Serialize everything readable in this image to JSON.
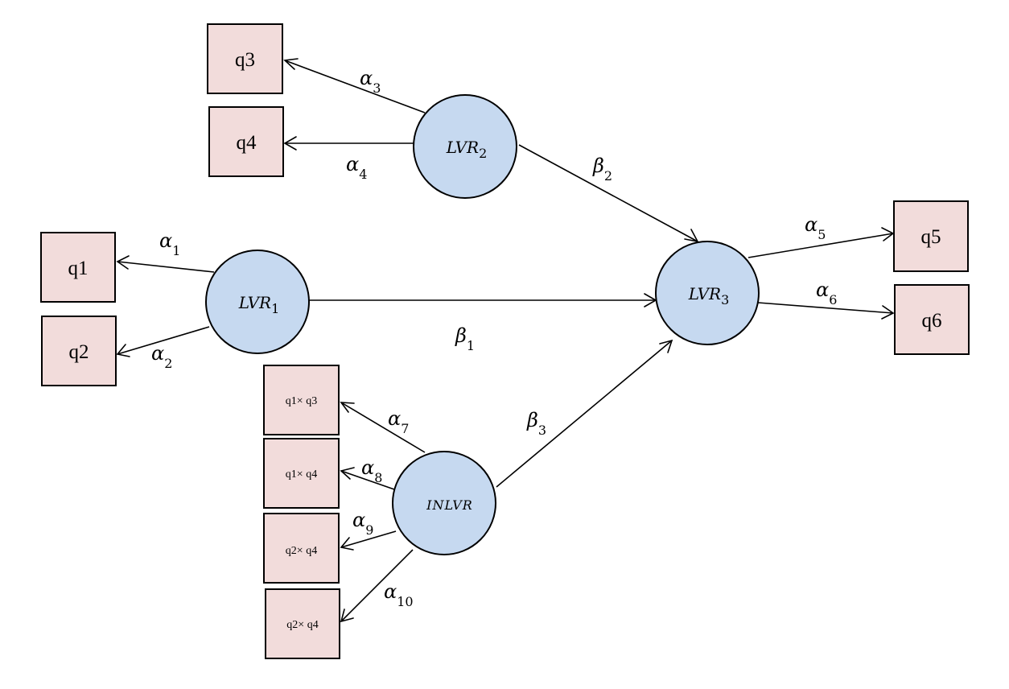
{
  "boxes": {
    "q1": "q1",
    "q2": "q2",
    "q3": "q3",
    "q4": "q4",
    "q5": "q5",
    "q6": "q6",
    "q1xq3": "q1× q3",
    "q1xq4": "q1× q4",
    "q2xq4_a": "q2× q4",
    "q2xq4_b": "q2× q4"
  },
  "nodes": {
    "lvr1": {
      "base": "LVR",
      "sub": "1"
    },
    "lvr2": {
      "base": "LVR",
      "sub": "2"
    },
    "lvr3": {
      "base": "LVR",
      "sub": "3"
    },
    "inlvr": {
      "label": "INLVR"
    }
  },
  "edges": {
    "a1": {
      "sym": "α",
      "sub": "1"
    },
    "a2": {
      "sym": "α",
      "sub": "2"
    },
    "a3": {
      "sym": "α",
      "sub": "3"
    },
    "a4": {
      "sym": "α",
      "sub": "4"
    },
    "a5": {
      "sym": "α",
      "sub": "5"
    },
    "a6": {
      "sym": "α",
      "sub": "6"
    },
    "a7": {
      "sym": "α",
      "sub": "7"
    },
    "a8": {
      "sym": "α",
      "sub": "8"
    },
    "a9": {
      "sym": "α",
      "sub": "9"
    },
    "a10": {
      "sym": "α",
      "sub": "10"
    },
    "b1": {
      "sym": "β",
      "sub": "1"
    },
    "b2": {
      "sym": "β",
      "sub": "2"
    },
    "b3": {
      "sym": "β",
      "sub": "3"
    }
  },
  "colors": {
    "box_fill": "#f2dcdb",
    "node_fill": "#c6d9f0",
    "stroke": "#000000"
  }
}
